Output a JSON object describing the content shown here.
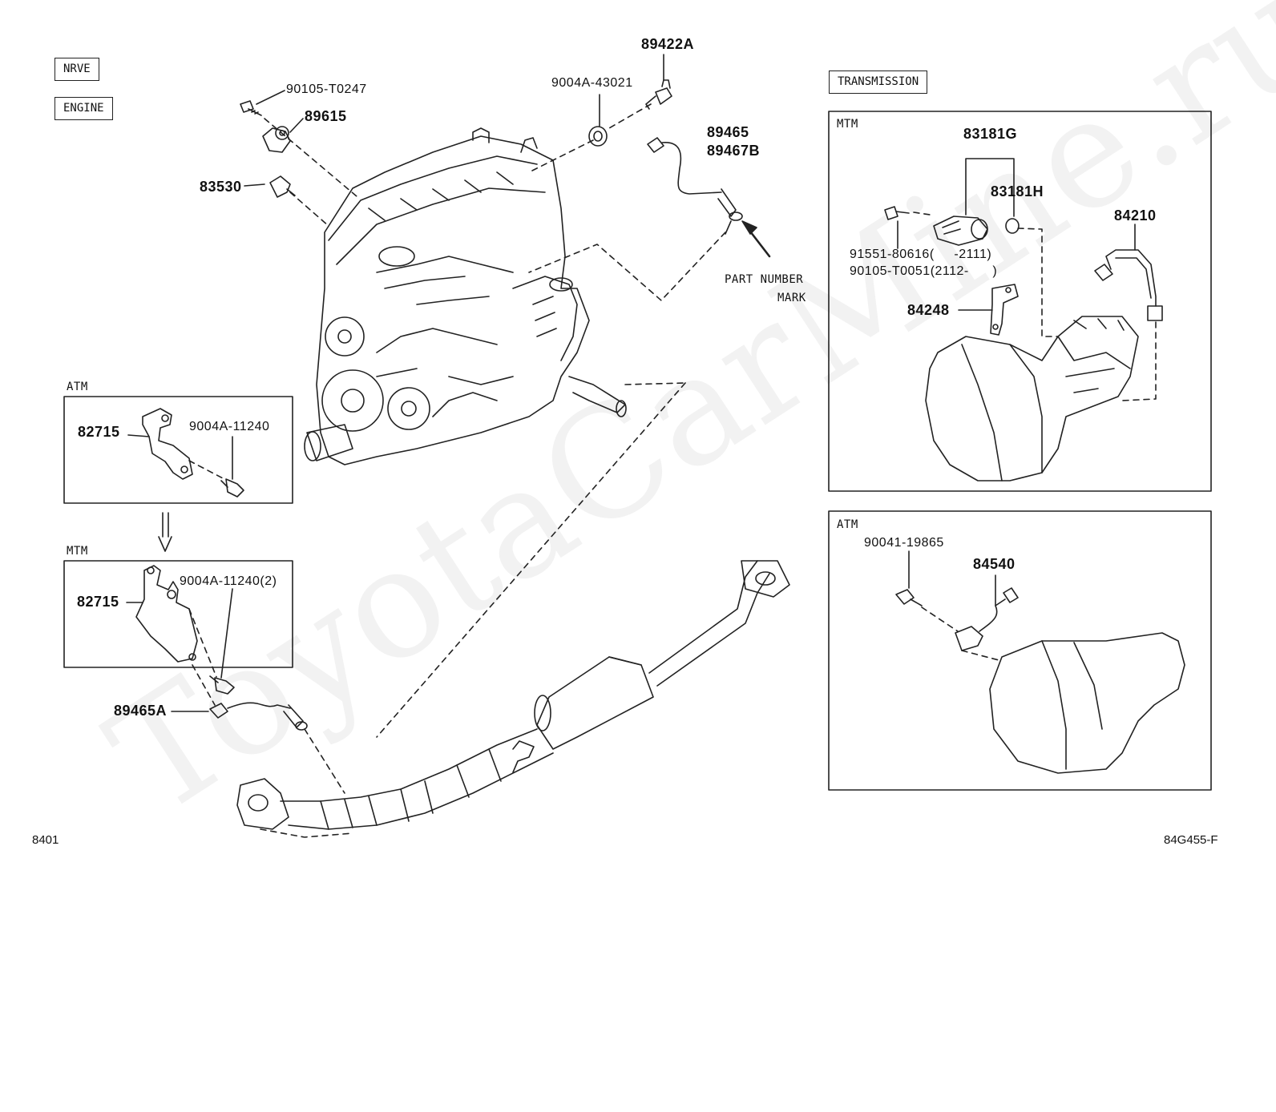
{
  "tags": {
    "nrve": "NRVE",
    "engine": "ENGINE",
    "transmission": "TRANSMISSION"
  },
  "watermark": "ToyotaCarMine.ru",
  "sections": {
    "atm_bracket": "ATM",
    "mtm_bracket": "MTM",
    "mtm_transmission": "MTM",
    "atm_transmission": "ATM"
  },
  "parts": {
    "p90105_t0247": "90105-T0247",
    "p89615": "89615",
    "p83530": "83530",
    "p9004a_43021": "9004A-43021",
    "p89422a": "89422A",
    "p89465": "89465",
    "p89467b": "89467B",
    "part_number_mark_1": "PART NUMBER",
    "part_number_mark_2": "MARK",
    "p82715_atm": "82715",
    "p9004a_11240": "9004A-11240",
    "p82715_mtm": "82715",
    "p9004a_11240_2": "9004A-11240(2)",
    "p89465a": "89465A",
    "p83181g": "83181G",
    "p83181h": "83181H",
    "p84210": "84210",
    "p91551_80616": "91551-80616(     -2111)",
    "p90105_t0051": "90105-T0051(2112-      )",
    "p84248": "84248",
    "p90041_19865": "90041-19865",
    "p84540": "84540"
  },
  "footer": {
    "left": "8401",
    "right": "84G455-F"
  }
}
